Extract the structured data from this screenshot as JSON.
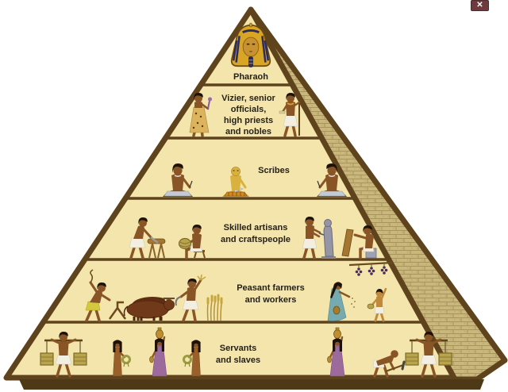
{
  "close_button": {
    "glyph": "✕"
  },
  "pyramid": {
    "colors": {
      "face": "#f3e5ab",
      "border": "#5e431c",
      "side_face": "#c9b77c",
      "base_bar": "#4e3916",
      "label_text": "#26211a"
    },
    "tiers": [
      {
        "id": "pharaoh",
        "label_lines": [
          "Pharaoh"
        ],
        "figures": [
          "pharaoh-funerary-mask"
        ]
      },
      {
        "id": "vizier",
        "label_lines": [
          "Vizier, senior",
          "officials,",
          "high priests",
          "and nobles"
        ],
        "figures": [
          "high-priest-in-leopard-robe",
          "noble-with-staff"
        ]
      },
      {
        "id": "scribes",
        "label_lines": [
          "Scribes"
        ],
        "figures": [
          "seated-scribe-left",
          "bald-scribe-writing",
          "seated-scribe-right"
        ]
      },
      {
        "id": "artisans",
        "label_lines": [
          "Skilled artisans",
          "and craftspeople"
        ],
        "figures": [
          "carpenter-sawing-log",
          "basket-weaver-on-stool",
          "sculptor-carving-statue",
          "craftsman-carving-board"
        ]
      },
      {
        "id": "farmers",
        "label_lines": [
          "Peasant farmers",
          "and workers"
        ],
        "figures": [
          "ploughman-with-whip",
          "oxen-pulling-plough",
          "harvester-with-sickle",
          "wheat-sheaves",
          "woman-sowing-seeds",
          "grape-vine-with-child-picking"
        ]
      },
      {
        "id": "servants",
        "label_lines": [
          "Servants",
          "and slaves"
        ],
        "figures": [
          "porter-with-shoulder-yoke",
          "servant-woman-with-rope-coil",
          "woman-with-jar-on-head",
          "servant-woman-with-rope-coil",
          "woman-with-jar-on-head",
          "labourer-with-pickaxe",
          "porter-with-shoulder-yoke"
        ]
      }
    ]
  }
}
